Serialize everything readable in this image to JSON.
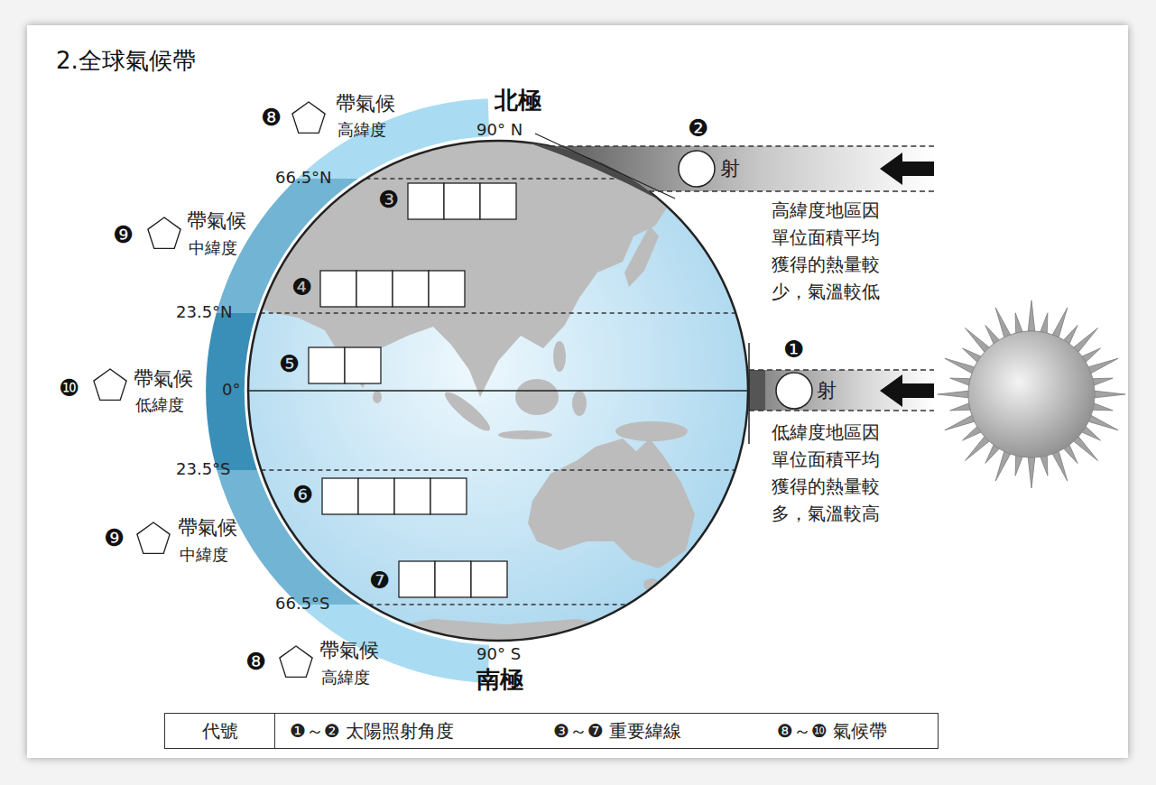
{
  "diagram": {
    "title": "2.全球氣候帶",
    "nodes": [
      {
        "text": [
          "代號",
          "❶～❷ 太陽照射角度",
          "❸～❼ 重要緯線",
          "❽～❿ 氣候帶"
        ]
      }
    ],
    "labels": [
      "❽",
      "帶氣候",
      "高緯度",
      "北極",
      "90° N",
      "❷",
      "射",
      "66.5°N",
      "❸",
      "高緯度地區因單位面積平均獲得的熱量較少，氣溫較低",
      "❾",
      "帶氣候",
      "中緯度",
      "❹",
      "23.5°N",
      "❺",
      "❶",
      "❿",
      "帶氣候",
      "低緯度",
      "0°",
      "射",
      "低緯度地區因單位面積平均獲得的熱量較多，氣溫較高",
      "23.5°S",
      "❻",
      "❾",
      "帶氣候",
      "中緯度",
      "66.5°S",
      "❼",
      "❽",
      "帶氣候",
      "高緯度",
      "90° S",
      "南極"
    ]
  }
}
